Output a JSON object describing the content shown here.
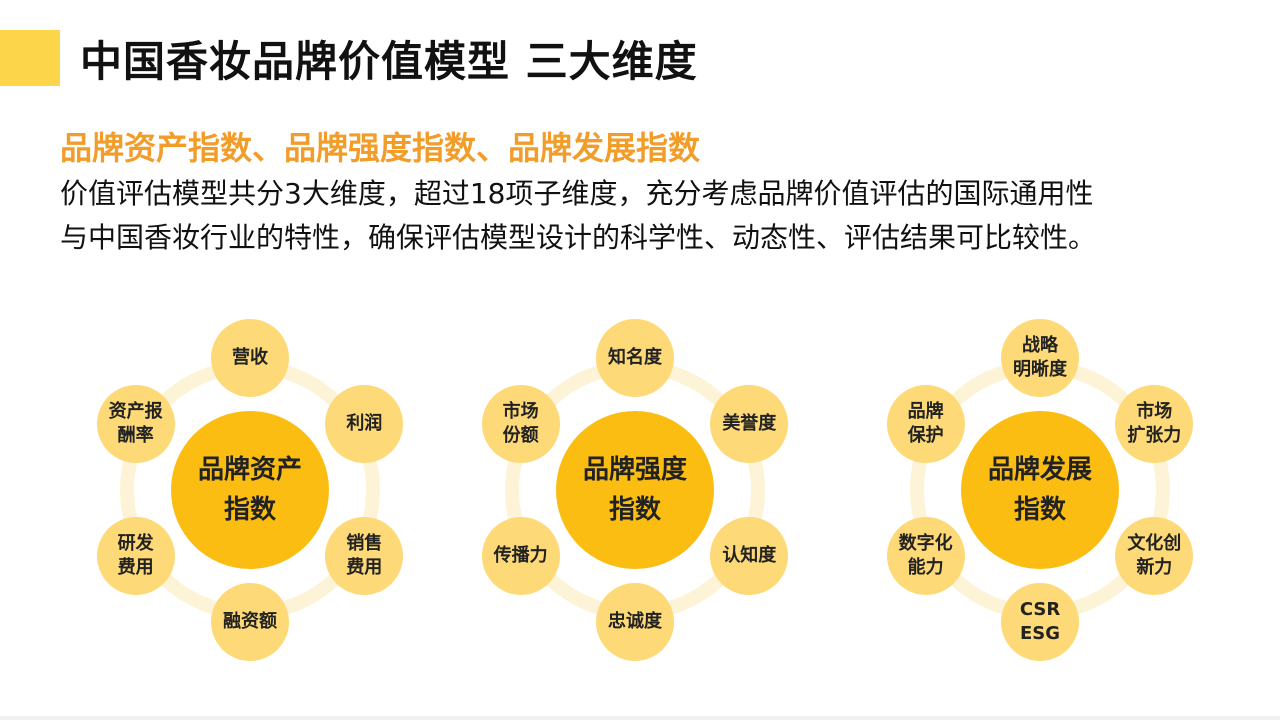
{
  "title": "中国香妆品牌价值模型 三大维度",
  "subtitle": "品牌资产指数、品牌强度指数、品牌发展指数",
  "description": [
    "价值评估模型共分3大维度，超过18项子维度，充分考虑品牌价值评估的国际通用性",
    "与中国香妆行业的特性，确保评估模型设计的科学性、动态性、评估结果可比较性。"
  ],
  "colors": {
    "accent_bar": "#fcd54a",
    "subtitle": "#f29d2a",
    "center_circle": "#fbbd12",
    "node_circle": "#fdd977",
    "ring": "#fdf3d6"
  },
  "groups": [
    {
      "center": [
        "品牌资产",
        "指数"
      ],
      "nodes": [
        [
          "营收"
        ],
        [
          "利润"
        ],
        [
          "销售",
          "费用"
        ],
        [
          "融资额"
        ],
        [
          "研发",
          "费用"
        ],
        [
          "资产报",
          "酬率"
        ]
      ]
    },
    {
      "center": [
        "品牌强度",
        "指数"
      ],
      "nodes": [
        [
          "知名度"
        ],
        [
          "美誉度"
        ],
        [
          "认知度"
        ],
        [
          "忠诚度"
        ],
        [
          "传播力"
        ],
        [
          "市场",
          "份额"
        ]
      ]
    },
    {
      "center": [
        "品牌发展",
        "指数"
      ],
      "nodes": [
        [
          "战略",
          "明晰度"
        ],
        [
          "市场",
          "扩张力"
        ],
        [
          "文化创",
          "新力"
        ],
        [
          "CSR",
          "ESG"
        ],
        [
          "数字化",
          "能力"
        ],
        [
          "品牌",
          "保护"
        ]
      ]
    }
  ]
}
